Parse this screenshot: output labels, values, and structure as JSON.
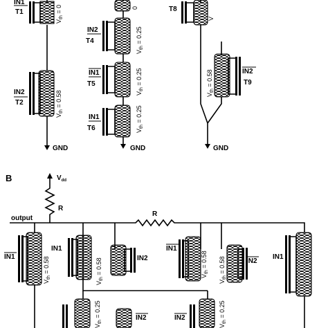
{
  "panel_b_label": "B",
  "vdd_label": "V",
  "vdd_sub": "dd",
  "res_label": "R",
  "output_label": "output",
  "gnd_label": "GND",
  "vth_prefix": "V",
  "vth_sub": "th",
  "vth_058": " = 0.58",
  "vth_025": " = 0.25",
  "vth_0": " = 0",
  "in1": "IN1",
  "in2": "IN2",
  "t1": "T1",
  "t2": "T2",
  "t4": "T4",
  "t5": "T5",
  "t6": "T6",
  "t8": "T8",
  "t9": "T9"
}
